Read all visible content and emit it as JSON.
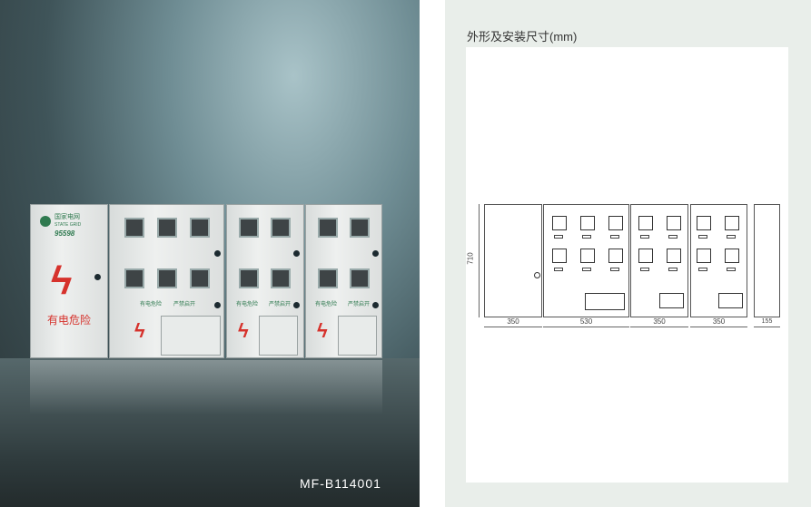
{
  "photo": {
    "model": "MF-B114001",
    "logo_name": "国家电网",
    "logo_sub": "STATE GRID",
    "hotline": "95598",
    "warning": "有电危险",
    "label_danger": "有电危险",
    "label_forbidden": "严禁启开"
  },
  "drawing": {
    "title": "外形及安装尺寸(mm)",
    "height": "710",
    "widths": [
      "350",
      "530",
      "350",
      "350"
    ],
    "depth": "155"
  }
}
